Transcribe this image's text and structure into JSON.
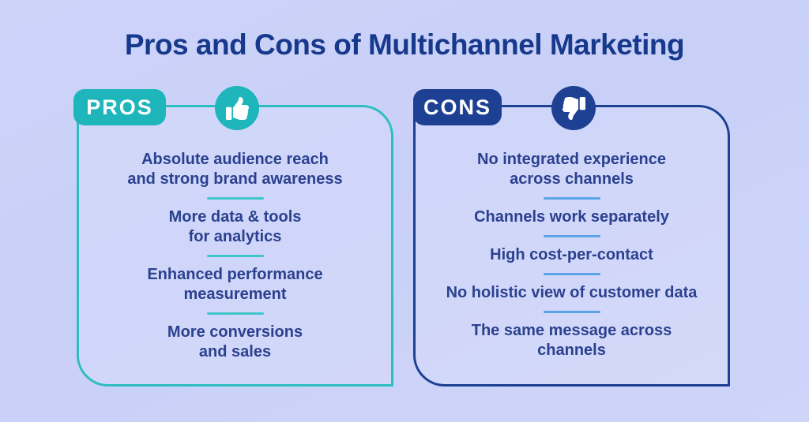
{
  "title": "Pros and Cons of Multichannel Marketing",
  "colors": {
    "background": "#ccd3f8",
    "title_text": "#17398c",
    "item_text": "#2b418f",
    "teal_accent": "#1eb6ba",
    "teal_divider": "#3ec6ca",
    "navy_accent": "#1d4093",
    "blue_divider": "#5aa3e8",
    "tab_text": "#ffffff"
  },
  "pros": {
    "label": "PROS",
    "icon": "thumbs-up-icon",
    "items": [
      "Absolute audience reach\nand strong brand awareness",
      "More data & tools\nfor analytics",
      "Enhanced performance\nmeasurement",
      "More conversions\nand sales"
    ]
  },
  "cons": {
    "label": "CONS",
    "icon": "thumbs-down-icon",
    "items": [
      "No integrated experience\nacross channels",
      "Channels work separately",
      "High cost-per-contact",
      "No holistic view of customer data",
      "The same message across\nchannels"
    ]
  }
}
